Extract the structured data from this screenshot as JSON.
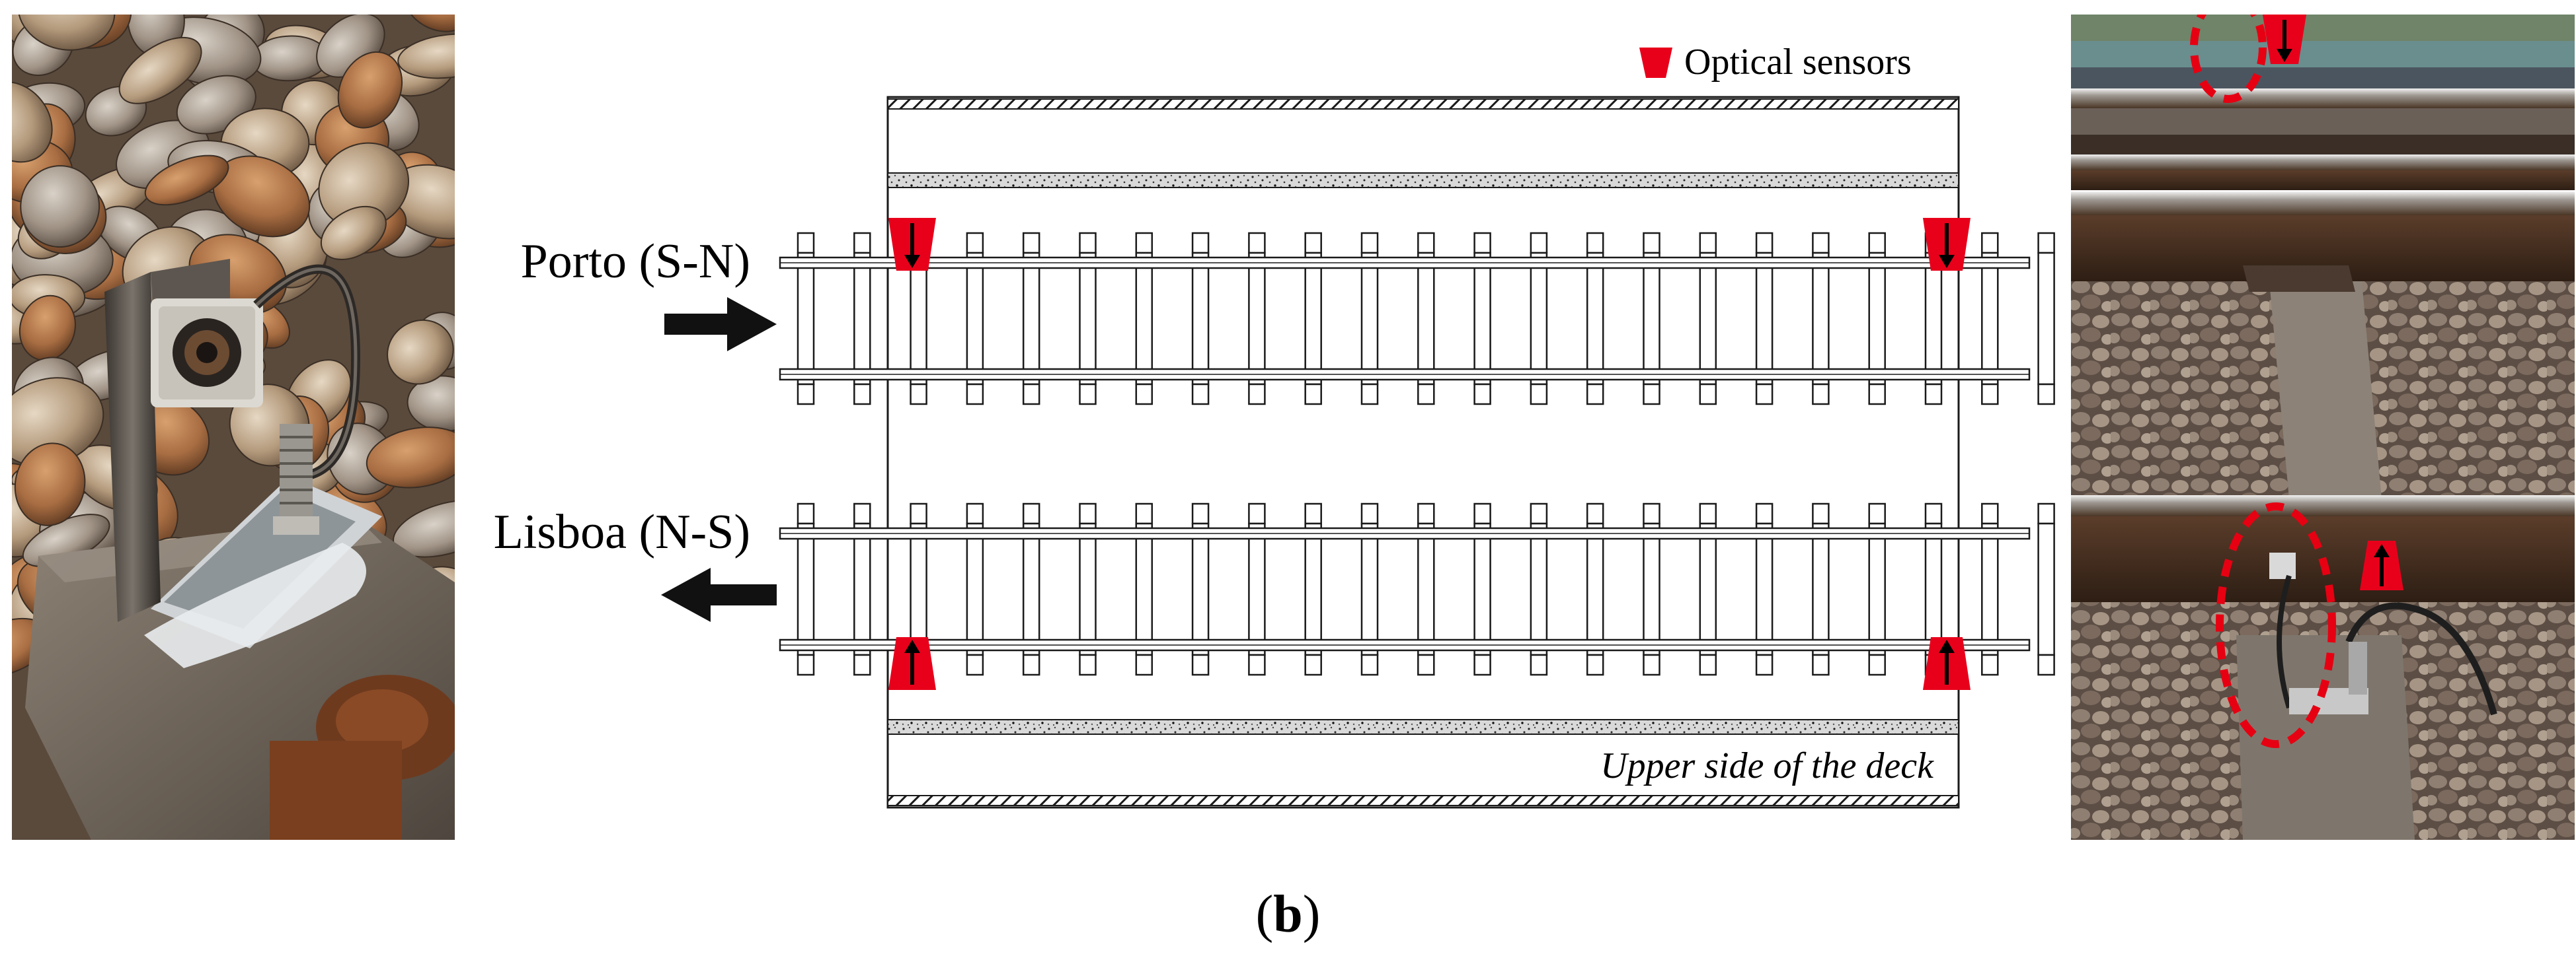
{
  "legend": {
    "label": "Optical sensors"
  },
  "directions": {
    "north": "Porto (S-N)",
    "south": "Lisboa (N-S)"
  },
  "deck_label": "Upper side of the deck",
  "caption": {
    "open": "(",
    "letter": "b",
    "close": ")"
  },
  "colors": {
    "sensor_red": "#e8001b",
    "line": "#1a1a1a",
    "highlight_circle": "#e60012"
  },
  "icons": {
    "sensor": "trapezoid-sensor-icon",
    "arrow_right": "arrow-right-icon",
    "arrow_left": "arrow-left-icon"
  }
}
